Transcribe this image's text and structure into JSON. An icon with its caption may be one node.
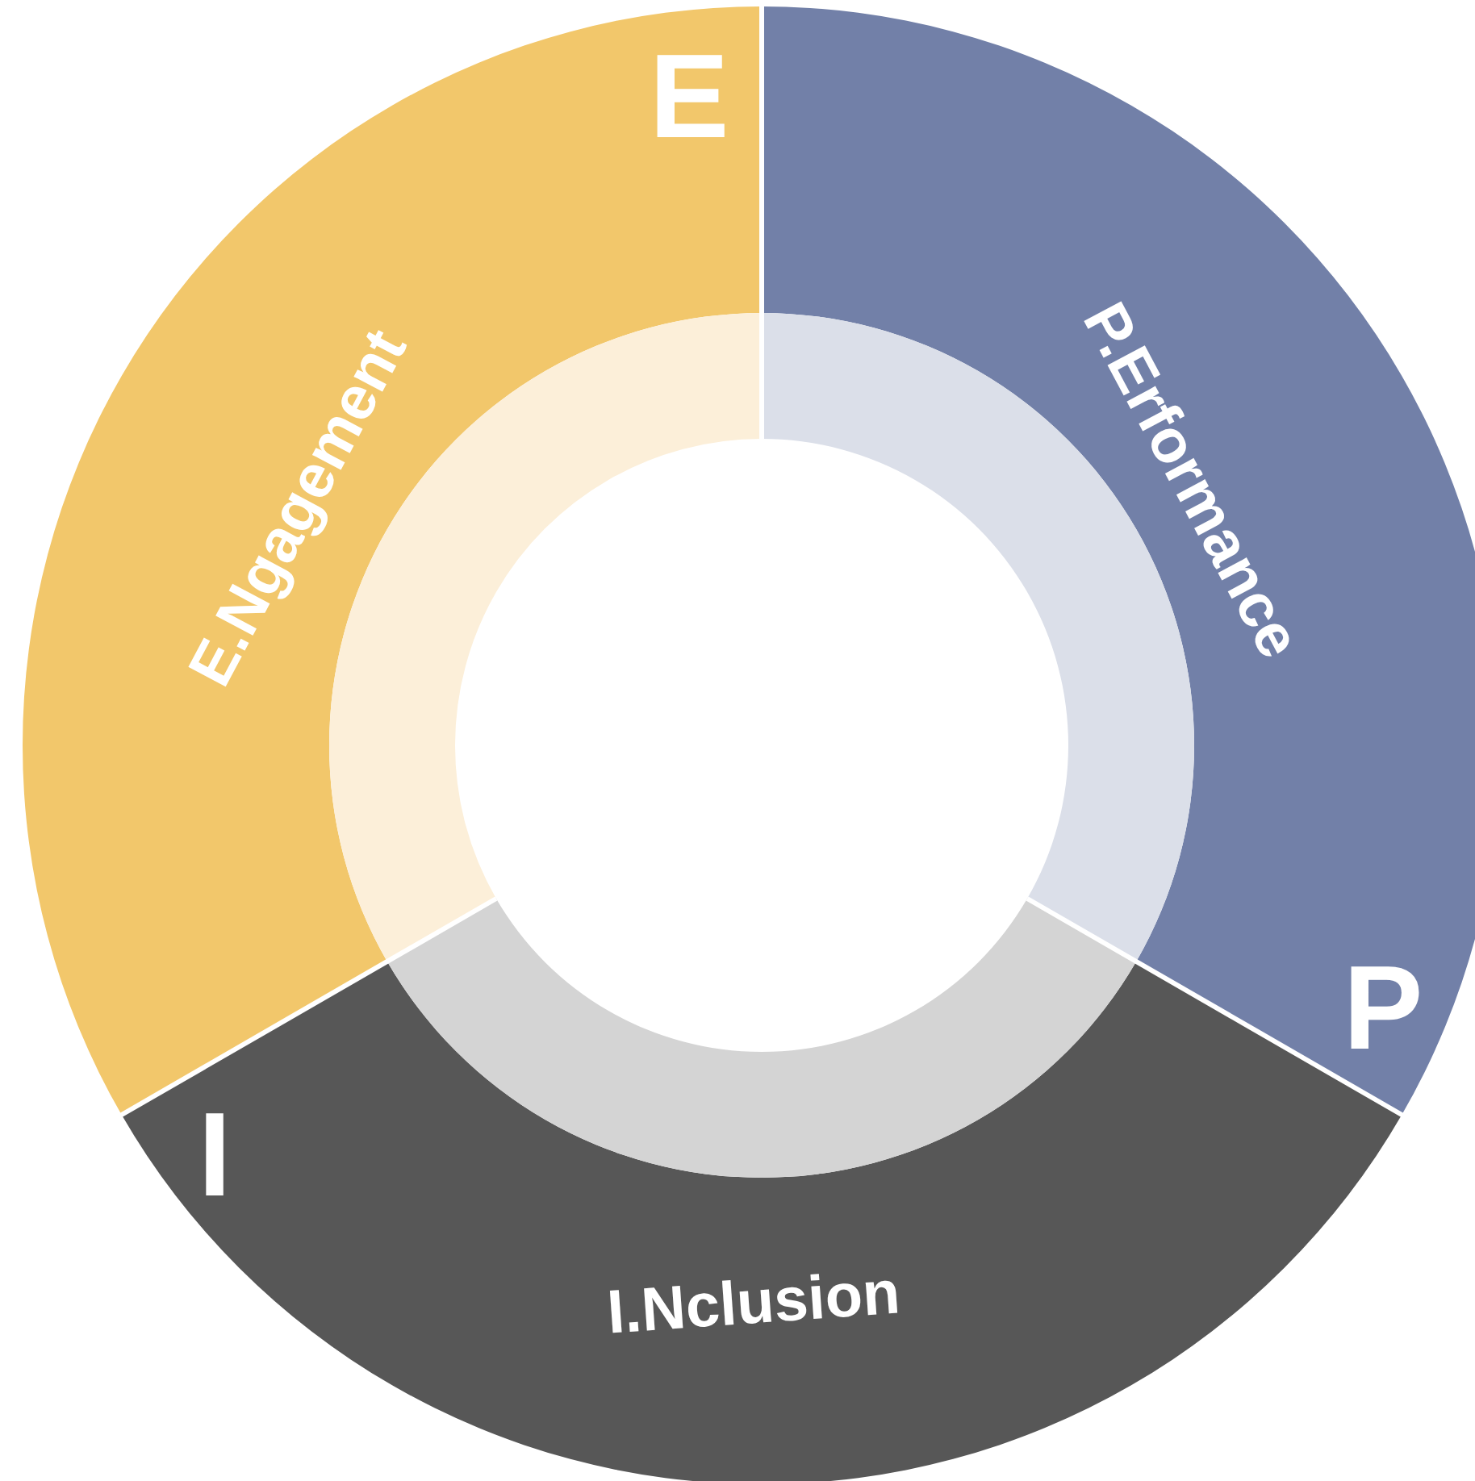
{
  "diagram": {
    "nodes": [
      {
        "text": [
          "E",
          "E.Ngagement"
        ]
      },
      {
        "text": [
          "P.Erformance",
          "P"
        ]
      },
      {
        "text": [
          "I",
          "I.Nclusion"
        ]
      }
    ]
  }
}
